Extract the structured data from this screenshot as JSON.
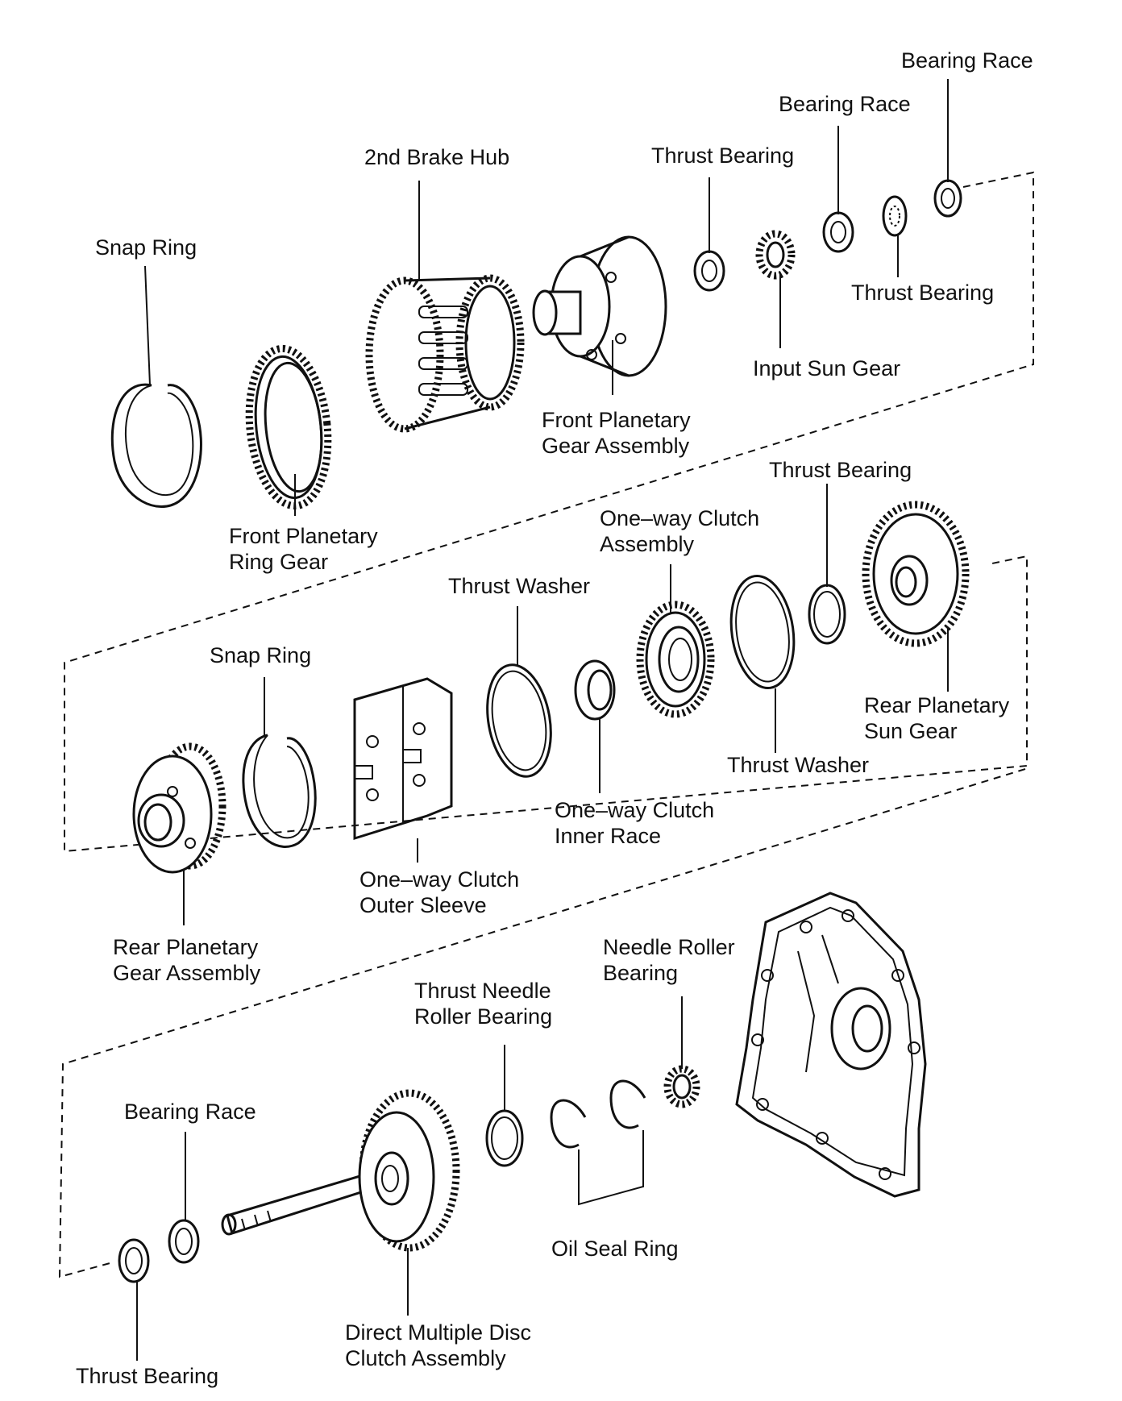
{
  "labels": {
    "bearing_race_top": "Bearing Race",
    "bearing_race_second": "Bearing Race",
    "thrust_bearing_top": "Thrust Bearing",
    "second_brake_hub": "2nd Brake Hub",
    "snap_ring_top": "Snap Ring",
    "thrust_bearing_right": "Thrust Bearing",
    "input_sun_gear": "Input Sun Gear",
    "front_planetary_gear_assembly": [
      "Front Planetary",
      "Gear Assembly"
    ],
    "front_planetary_ring_gear": [
      "Front Planetary",
      "Ring Gear"
    ],
    "thrust_bearing_mid": "Thrust Bearing",
    "one_way_clutch_assembly": [
      "One–way Clutch",
      "Assembly"
    ],
    "thrust_washer_top": "Thrust Washer",
    "snap_ring_mid": "Snap Ring",
    "rear_planetary_sun_gear": [
      "Rear Planetary",
      "Sun Gear"
    ],
    "thrust_washer_right": "Thrust Washer",
    "one_way_clutch_inner_race": [
      "One–way Clutch",
      "Inner Race"
    ],
    "one_way_clutch_outer_sleeve": [
      "One–way Clutch",
      "Outer Sleeve"
    ],
    "rear_planetary_gear_assembly": [
      "Rear Planetary",
      "Gear Assembly"
    ],
    "needle_roller_bearing": [
      "Needle Roller",
      "Bearing"
    ],
    "thrust_needle_roller_bearing": [
      "Thrust Needle",
      "Roller Bearing"
    ],
    "bearing_race_bottom": "Bearing Race",
    "oil_seal_ring": "Oil Seal Ring",
    "direct_multiple_disc_clutch_assembly": [
      "Direct Multiple Disc",
      "Clutch Assembly"
    ],
    "thrust_bearing_bottom": "Thrust Bearing"
  }
}
